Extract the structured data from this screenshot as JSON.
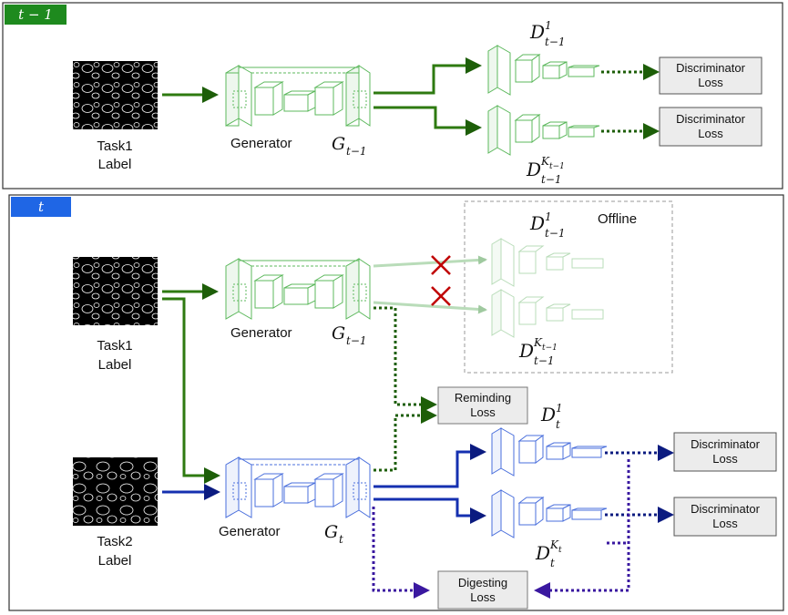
{
  "colors": {
    "green": "#2e7a10",
    "green_light": "#5cb85c",
    "blue": "#1530b0",
    "blue_light": "#4a6fdc",
    "purple": "#5a22c8",
    "red": "#c00000",
    "tag_green": "#1e8a1e",
    "tag_blue": "#1f66e5",
    "box_fill": "#ececec"
  },
  "panel_top": {
    "tag": "t − 1",
    "input": {
      "line1": "Task1",
      "line2": "Label"
    },
    "generator": {
      "word": "Generator",
      "symbol": "G",
      "sub": "t−1"
    },
    "disc_upper": {
      "symbol": "D",
      "sup": "1",
      "sub": "t−1"
    },
    "disc_lower": {
      "symbol": "D",
      "sup": "K",
      "supsub": "t−1",
      "sub": "t−1"
    },
    "loss1": {
      "line1": "Discriminator",
      "line2": "Loss"
    },
    "loss2": {
      "line1": "Discriminator",
      "line2": "Loss"
    }
  },
  "panel_bottom": {
    "tag": "t",
    "input1": {
      "line1": "Task1",
      "line2": "Label"
    },
    "input2": {
      "line1": "Task2",
      "line2": "Label"
    },
    "generator_old": {
      "word": "Generator",
      "symbol": "G",
      "sub": "t−1"
    },
    "generator_new": {
      "word": "Generator",
      "symbol": "G",
      "sub": "t"
    },
    "offline": {
      "label": "Offline",
      "disc_upper": {
        "symbol": "D",
        "sup": "1",
        "sub": "t−1"
      },
      "disc_lower": {
        "symbol": "D",
        "sup": "K",
        "supsub": "t−1",
        "sub": "t−1"
      }
    },
    "disc_upper": {
      "symbol": "D",
      "sup": "1",
      "sub": "t"
    },
    "disc_lower": {
      "symbol": "D",
      "sup": "K",
      "supsub": "t",
      "sub": "t"
    },
    "reminding_loss": {
      "line1": "Reminding",
      "line2": "Loss"
    },
    "digesting_loss": {
      "line1": "Digesting",
      "line2": "Loss"
    },
    "loss1": {
      "line1": "Discriminator",
      "line2": "Loss"
    },
    "loss2": {
      "line1": "Discriminator",
      "line2": "Loss"
    }
  }
}
